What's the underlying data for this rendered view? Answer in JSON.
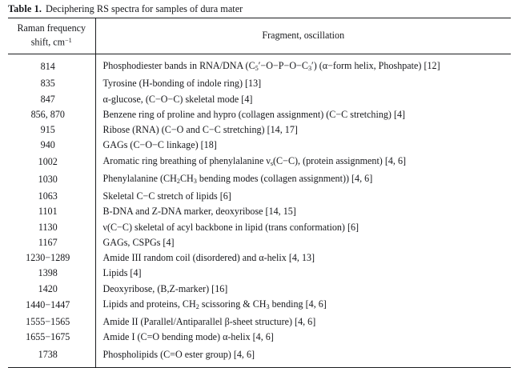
{
  "caption": {
    "label": "Table 1.",
    "text": "Deciphering RS spectra for samples of dura mater"
  },
  "table": {
    "headers": {
      "shift_line1": "Raman frequency",
      "shift_line2": "shift, cm",
      "shift_exponent": "−1",
      "fragment": "Fragment, oscillation"
    },
    "rows": [
      {
        "shift": "814",
        "fragment": "Phosphodiester bands in RNA/DNA (C5′−O−P−O−C3′) (α−form helix, Phoshpate) [12]",
        "fragment_html": "Phosphodiester bands in RNA/DNA (C<sub>5</sub>&#8242;&#8722;O&#8722;P&#8722;O&#8722;C<sub>3</sub>&#8242;) (&alpha;&#8722;form helix, Phoshpate) [12]"
      },
      {
        "shift": "835",
        "fragment": "Tyrosine (H-bonding of indole ring) [13]",
        "fragment_html": "Tyrosine (H-bonding of indole ring) [13]"
      },
      {
        "shift": "847",
        "fragment": "α-glucose, (C−O−C) skeletal mode [4]",
        "fragment_html": "&alpha;-glucose, (C&#8722;O&#8722;C) skeletal mode [4]"
      },
      {
        "shift": "856, 870",
        "fragment": "Benzene ring of proline and hypro (collagen assignment) (C−C stretching) [4]",
        "fragment_html": "Benzene ring of proline and hypro (collagen assignment) (C&#8722;C stretching) [4]"
      },
      {
        "shift": "915",
        "fragment": "Ribose (RNA) (C−O and C−C stretching) [14, 17]",
        "fragment_html": "Ribose (RNA) (C&#8722;O and C&#8722;C stretching) [14, 17]"
      },
      {
        "shift": "940",
        "fragment": "GAGs (C−O−C linkage) [18]",
        "fragment_html": "GAGs (C&#8722;O&#8722;C linkage) [18]"
      },
      {
        "shift": "1002",
        "fragment": "Aromatic ring breathing of phenylalanine νs(C−C), (protein assignment) [4, 6]",
        "fragment_html": "Aromatic ring breathing of phenylalanine &nu;<sub>s</sub>(C&#8722;C), (protein assignment) [4, 6]"
      },
      {
        "shift": "1030",
        "fragment": "Phenylalanine (CH2CH3 bending modes (collagen assignment)) [4, 6]",
        "fragment_html": "Phenylalanine (CH<sub>2</sub>CH<sub>3</sub> bending modes (collagen assignment)) [4, 6]"
      },
      {
        "shift": "1063",
        "fragment": "Skeletal C−C stretch of lipids [6]",
        "fragment_html": "Skeletal C&#8722;C stretch of lipids [6]"
      },
      {
        "shift": "1101",
        "fragment": "B-DNA and Z-DNA marker, deoxyribose [14, 15]",
        "fragment_html": "B-DNA and Z-DNA marker, deoxyribose [14, 15]"
      },
      {
        "shift": "1130",
        "fragment": "ν(C−C) skeletal of acyl backbone in lipid (trans conformation) [6]",
        "fragment_html": "&nu;(C&#8722;C) skeletal of acyl backbone in lipid (trans conformation) [6]"
      },
      {
        "shift": "1167",
        "fragment": "GAGs, CSPGs [4]",
        "fragment_html": "GAGs, CSPGs [4]"
      },
      {
        "shift": "1230−1289",
        "fragment": "Amide III random coil (disordered) and α-helix [4, 13]",
        "fragment_html": "Amide III random coil (disordered) and &alpha;-helix [4, 13]"
      },
      {
        "shift": "1398",
        "fragment": "Lipids [4]",
        "fragment_html": "Lipids [4]"
      },
      {
        "shift": "1420",
        "fragment": "Deoxyribose, (B,Z-marker) [16]",
        "fragment_html": "Deoxyribose, (B,Z-marker) [16]"
      },
      {
        "shift": "1440−1447",
        "fragment": "Lipids and proteins, CH2 scissoring & CH3 bending [4, 6]",
        "fragment_html": "Lipids and proteins, CH<sub>2</sub> scissoring &amp; CH<sub>3</sub> bending [4, 6]"
      },
      {
        "shift": "1555−1565",
        "fragment": "Amide II (Parallel/Antiparallel β-sheet structure) [4, 6]",
        "fragment_html": "Amide II (Parallel/Antiparallel &beta;-sheet structure) [4, 6]"
      },
      {
        "shift": "1655−1675",
        "fragment": "Amide I (C=O bending mode) α-helix [4, 6]",
        "fragment_html": "Amide I (C=O bending mode) &alpha;-helix [4, 6]"
      },
      {
        "shift": "1738",
        "fragment": "Phospholipids (C=O ester group) [4, 6]",
        "fragment_html": "Phospholipids (C=O ester group) [4, 6]"
      }
    ]
  }
}
